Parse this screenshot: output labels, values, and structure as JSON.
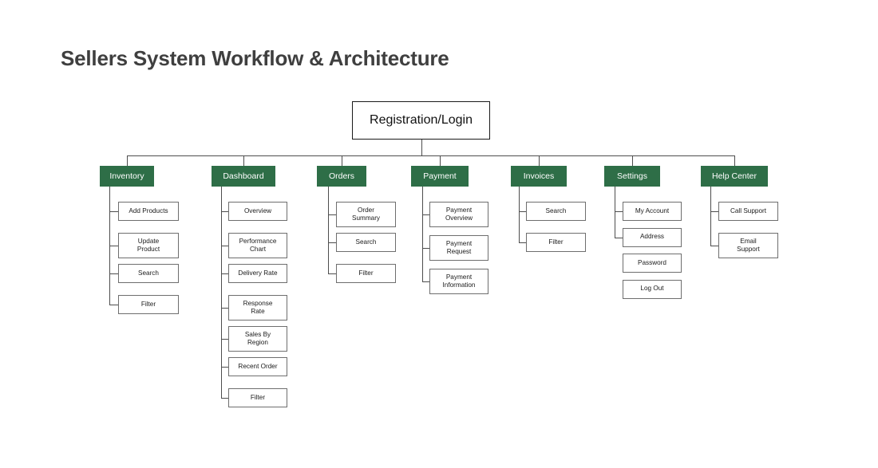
{
  "title": "Sellers System Workflow & Architecture",
  "colors": {
    "group_fill": "#2e6e47",
    "group_text": "#ffffff",
    "leaf_border": "#6e6e6e",
    "root_border": "#1a1a1a",
    "connector": "#4d4d4d",
    "title_text": "#3f3f3f",
    "background": "#ffffff"
  },
  "diagram": {
    "type": "tree",
    "root": {
      "label": "Registration/Login"
    },
    "groups": [
      {
        "label": "Inventory",
        "children": [
          {
            "label": "Add Products",
            "connected": true
          },
          {
            "label": "Update\nProduct",
            "connected": true
          },
          {
            "label": "Search",
            "connected": true
          },
          {
            "label": "Filter",
            "connected": true
          }
        ]
      },
      {
        "label": "Dashboard",
        "children": [
          {
            "label": "Overview",
            "connected": true
          },
          {
            "label": "Performance\nChart",
            "connected": true
          },
          {
            "label": "Delivery Rate",
            "connected": true
          },
          {
            "label": "Response\nRate",
            "connected": true
          },
          {
            "label": "Sales By\nRegion",
            "connected": true
          },
          {
            "label": "Recent Order",
            "connected": true
          },
          {
            "label": "Filter",
            "connected": true
          }
        ]
      },
      {
        "label": "Orders",
        "children": [
          {
            "label": "Order\nSummary",
            "connected": true
          },
          {
            "label": "Search",
            "connected": true
          },
          {
            "label": "Filter",
            "connected": true
          }
        ]
      },
      {
        "label": "Payment",
        "children": [
          {
            "label": "Payment\nOverview",
            "connected": true
          },
          {
            "label": "Payment\nRequest",
            "connected": true
          },
          {
            "label": "Payment\nInformation",
            "connected": true
          }
        ]
      },
      {
        "label": "Invoices",
        "children": [
          {
            "label": "Search",
            "connected": true
          },
          {
            "label": "Filter",
            "connected": true
          }
        ]
      },
      {
        "label": "Settings",
        "children": [
          {
            "label": "My Account",
            "connected": true
          },
          {
            "label": "Address",
            "connected": true
          },
          {
            "label": "Password",
            "connected": false
          },
          {
            "label": "Log Out",
            "connected": false
          }
        ]
      },
      {
        "label": "Help Center",
        "children": [
          {
            "label": "Call Support",
            "connected": true
          },
          {
            "label": "Email\nSupport",
            "connected": true
          }
        ]
      }
    ]
  }
}
